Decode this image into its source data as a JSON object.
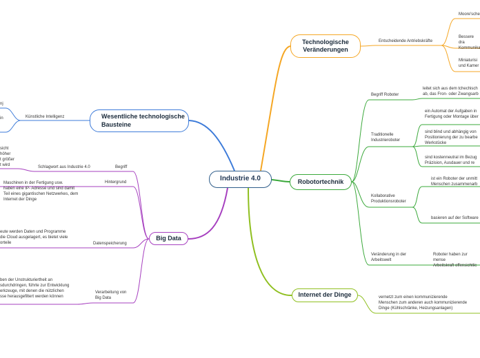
{
  "center": "Industrie 4.0",
  "main": {
    "tech": "Technologische\nVeränderungen",
    "robot": "Robotortechnik",
    "iot": "Internet der Dinge",
    "bau": "Wesentliche technologische\nBausteine",
    "big": "Big Data"
  },
  "tech": {
    "antrieb": "Entscheidende Antriebskräfte",
    "moore": "Moore'sche",
    "bessere": "Bessere dra\nKommunika",
    "miniatur": "Miniaturisi\nund Kamer"
  },
  "robot": {
    "begriff": "Begriff Roboter",
    "begriff_text": "leitet sich aus dem tchechisch\nab, das Fron- oder Zwangsarb",
    "trad": "Traditionelle\nIndustrieroboter",
    "trad_1": "ein Automat der Aufgaben in\nFertigung oder Montage über",
    "trad_2": "sind blind und abhängig von\nPositionierung der zu bearbe\nWerkstücke",
    "trad_3": "sind kostenneutral im Bezug\nPräzision, Ausdauer und re",
    "kollab": "Kollaborative\nProduktionsroboter",
    "kollab_1": "ist ein Roboter der unmitt\nMenschen zusammenarb",
    "kollab_2": "basieren auf der Software",
    "veraend": "Veränderung in der\nArbeitswelt",
    "veraend_1": "Roboter haben zur mense\nArbeitskraft offensichtlic"
  },
  "iot": {
    "text": "vernetzt zum einen kommunizierende\nMenschen zum anderen auch kommunizierende\nDinge (Kühlschränke, Heizungsanlagen)"
  },
  "bau": {
    "ki": "Künstliche Intelligenz",
    "ki_frag_1": "nj",
    "ki_frag_2": "in"
  },
  "big": {
    "begriff": "Begriff",
    "schlagwort": "Schlagwort aus Industrie 4.0",
    "schlagwort_text": "sicht\nhöher\nt größer\nt wird",
    "hintergrund": "Hintergrund",
    "hintergrund_text": "Maschinen in der Fertigung usw.\nhaben eine IP- Adresse und sind damit\nTeil eines gigantischen Netzwerkes, dem\nInternet der Dinge",
    "speicherung": "Datenspeicherung",
    "speicherung_text": "eute werden Daten und Programme\ndie Cloud ausgelagert, es bietet viele\norteile",
    "verarbeitung": "Verarbeitung von\nBig Data",
    "verarbeitung_text": "ben der Unstrukturiertheit an\nsdurchdringen, führte zur Entwicklung\nerkzeuge, mit denen die nützlichen\nsse herausgefiltert werden können"
  },
  "colors": {
    "center": "#2f5d8a",
    "tech": "#f5a623",
    "robot": "#3aa83a",
    "iot": "#8fbf1f",
    "bau": "#3d7bd9",
    "big": "#a63fbf"
  }
}
